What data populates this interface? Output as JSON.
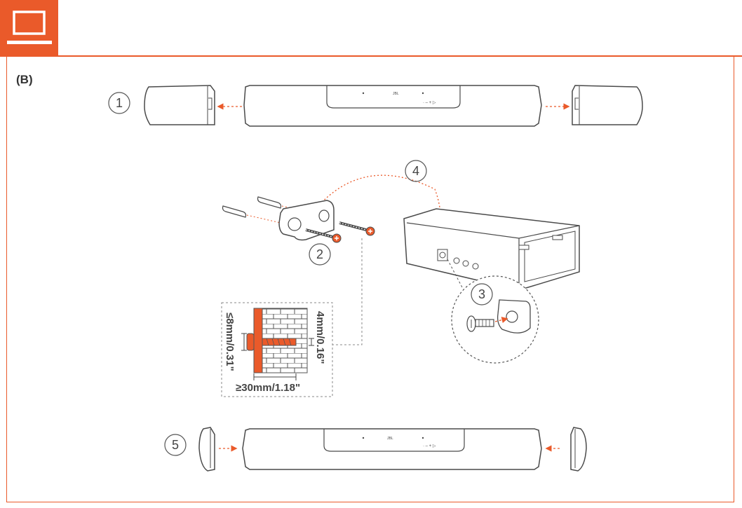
{
  "header": {
    "icon": "tv-monitor-icon",
    "accent_color": "#ea5a2a"
  },
  "section": {
    "label": "(B)"
  },
  "steps": [
    "1",
    "2",
    "3",
    "4",
    "5"
  ],
  "dimensions": {
    "max_plate": "≤8mm/0.31\"",
    "screw_dia": "4mm/0.16\"",
    "min_depth": "≥30mm/1.18\""
  },
  "colors": {
    "accent": "#ea5a2a",
    "line": "#4a4a4a",
    "dash": "#888888"
  }
}
